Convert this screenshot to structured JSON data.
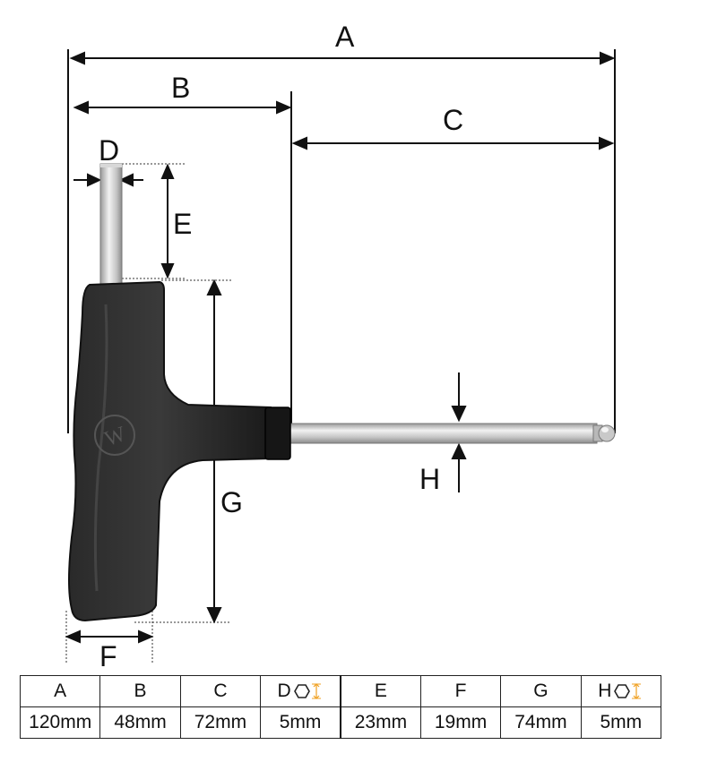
{
  "diagram": {
    "labels": {
      "A": "A",
      "B": "B",
      "C": "C",
      "D": "D",
      "E": "E",
      "F": "F",
      "G": "G",
      "H": "H"
    },
    "brand_mark": "W"
  },
  "table": {
    "headers": [
      "A",
      "B",
      "C",
      "D",
      "E",
      "F",
      "G",
      "H"
    ],
    "values": [
      "120mm",
      "48mm",
      "72mm",
      "5mm",
      "23mm",
      "19mm",
      "74mm",
      "5mm"
    ],
    "hex_icon_columns": [
      "D",
      "H"
    ]
  },
  "colors": {
    "handle": "#1f1f1f",
    "shaft": "#c8c8c8",
    "hex_icon_accent": "#f0a020"
  }
}
